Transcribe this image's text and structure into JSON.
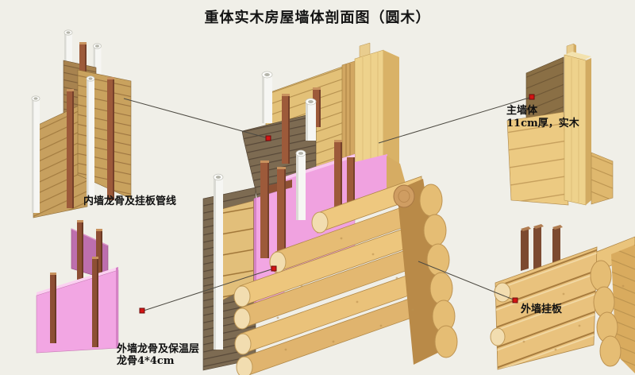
{
  "title": "重体实木房屋墙体剖面图（圆木）",
  "callouts": {
    "inner_wall": {
      "text": "内墙龙骨及挂板管线"
    },
    "outer_frame": {
      "line1": "外墙龙骨及保温层",
      "line2": "龙骨4*4cm"
    },
    "main_wall": {
      "line1": "主墙体",
      "line2": "11cm厚，实木"
    },
    "outer_cladding": {
      "text": "外墙挂板"
    }
  },
  "colors": {
    "background": "#f0efe8",
    "wood_light_log": "#e9c27d",
    "wood_tan_plank": "#c9a25e",
    "wood_dark_plank": "#7d6b52",
    "beam_wood": "#eed28c",
    "stud_brown": "#9d5a3a",
    "insulation_pink": "#f2a6e3",
    "insulation_pink_dark": "#bd6fae",
    "pipe_white": "#f6f6f3",
    "marker_red": "#d31414",
    "leader_line": "#4d4a42",
    "text": "#141414"
  }
}
